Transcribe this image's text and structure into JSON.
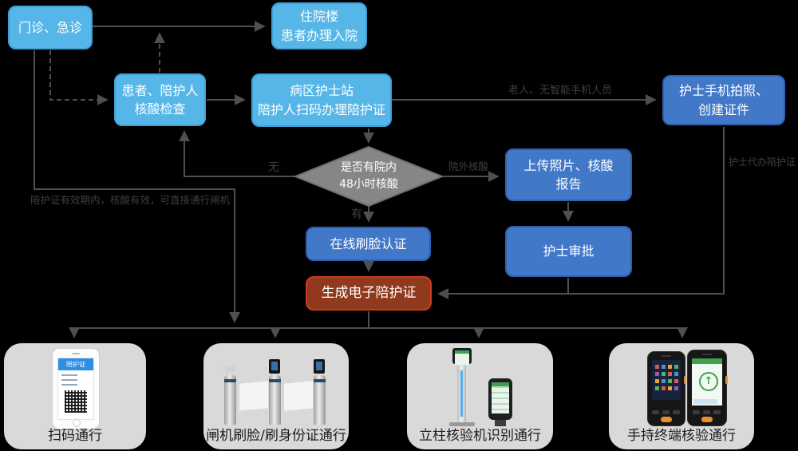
{
  "nodes": {
    "outpatient": {
      "label": "门诊、急诊"
    },
    "inpatient": {
      "line1": "住院楼",
      "line2": "患者办理入院"
    },
    "nat_test": {
      "line1": "患者、陪护人",
      "line2": "核酸检查"
    },
    "nurse_station": {
      "line1": "病区护士站",
      "line2": "陪护人扫码办理陪护证"
    },
    "nurse_phone": {
      "line1": "护士手机拍照、",
      "line2": "创建证件"
    },
    "upload_report": {
      "line1": "上传照片、核酸",
      "line2": "报告"
    },
    "decision": {
      "line1": "是否有院内",
      "line2": "48小时核酸"
    },
    "online_face": {
      "label": "在线刷脸认证"
    },
    "nurse_approval": {
      "label": "护士审批"
    },
    "generate_cert": {
      "label": "生成电子陪护证"
    }
  },
  "edge_labels": {
    "special_group": "老人、无智能手机人员",
    "no": "无",
    "yes": "有",
    "external_nat": "院外核酸",
    "nurse_create": "护士代办陪护证",
    "valid_pass": "陪护证有效期内，核酸有效，可直接通行闸机"
  },
  "panels": [
    {
      "caption": "扫码通行"
    },
    {
      "caption": "闸机刷脸/刷身份证通行"
    },
    {
      "caption": "立柱核验机识别通行"
    },
    {
      "caption": "手持终端核验通行"
    }
  ],
  "phone_screen": {
    "header": "陪护证"
  },
  "handheld": {
    "arrow_glyph": "↑"
  },
  "colors": {
    "background": "#000000",
    "light_blue": "#55b6e7",
    "mid_blue": "#4278c8",
    "cert_fill": "#90391c",
    "cert_border": "#d03a20",
    "diamond_gray": "#868686",
    "line_gray": "#4f4f4f",
    "panel_gray": "#d9d9d9",
    "edge_label_gray": "#3f3f3f"
  }
}
